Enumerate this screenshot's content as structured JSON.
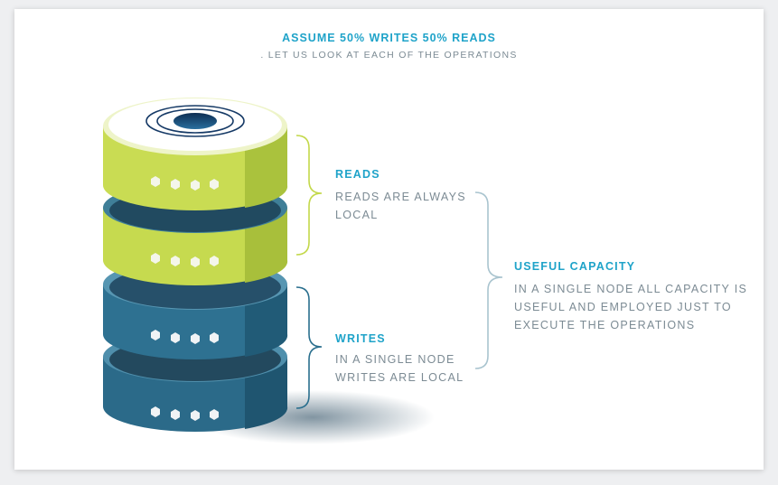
{
  "title": "ASSUME 50% WRITES 50% READS",
  "subtitle": ". LET US LOOK AT EACH OF THE OPERATIONS",
  "reads": {
    "heading": "READS",
    "lines": [
      "READS ARE ALWAYS",
      "LOCAL"
    ]
  },
  "writes": {
    "heading": "WRITES",
    "lines": [
      "IN A SINGLE NODE",
      "WRITES ARE LOCAL"
    ]
  },
  "capacity": {
    "heading": "USEFUL CAPACITY",
    "lines": [
      "IN A SINGLE NODE ALL CAPACITY IS",
      "USEFUL AND EMPLOYED JUST TO",
      "EXECUTE THE OPERATIONS"
    ]
  },
  "colors": {
    "accent": "#1fa3c9",
    "text": "#7c8b94",
    "lime": "#c3d84a",
    "teal": "#2a6f8e"
  }
}
